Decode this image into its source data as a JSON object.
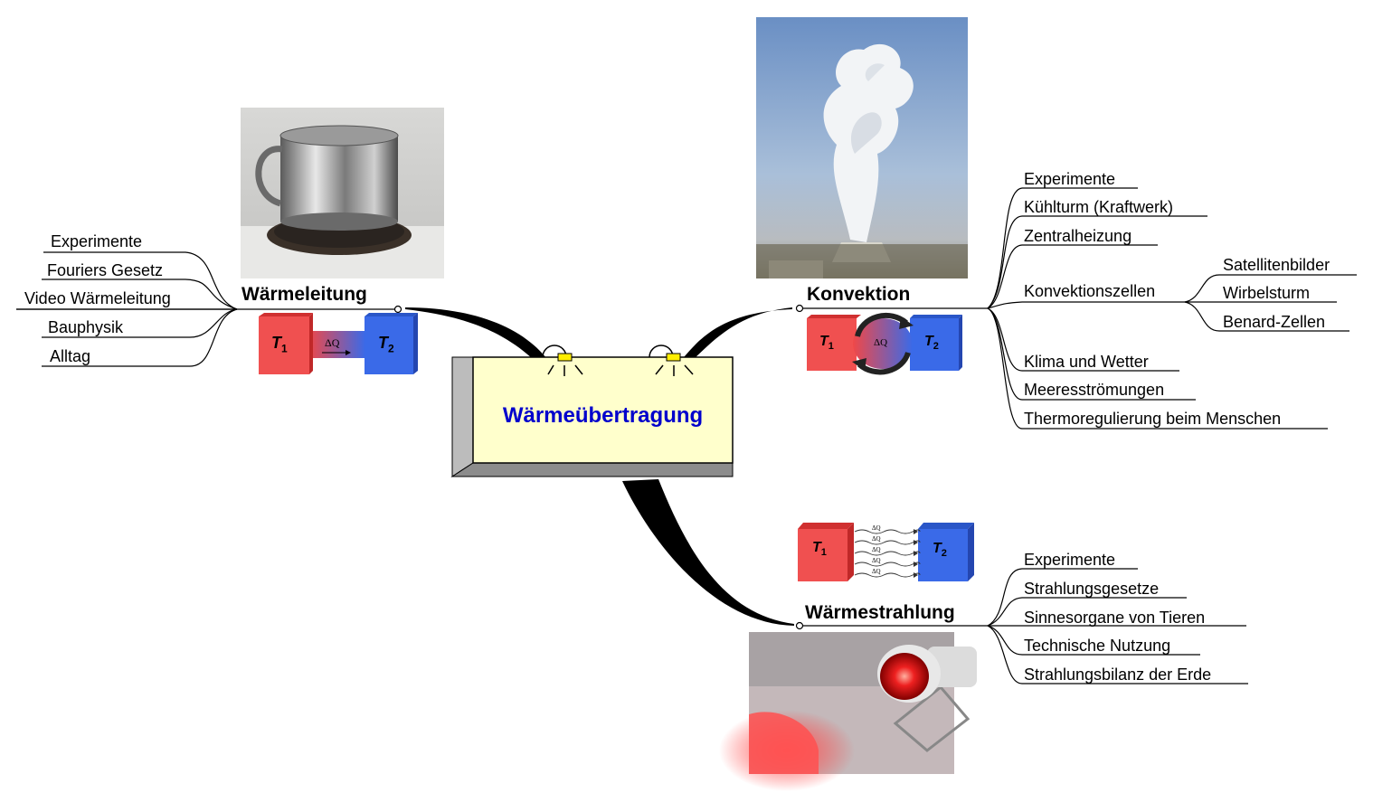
{
  "central": {
    "title": "Wärmeübertragung",
    "title_color": "#0000cc",
    "box_fill": "#ffffcc"
  },
  "branches": {
    "conduction": {
      "title": "Wärmeleitung",
      "items": [
        "Experimente",
        "Fouriers Gesetz",
        "Video Wärmeleitung",
        "Bauphysik",
        "Alltag"
      ],
      "diagram": {
        "t1": "T",
        "t1_sub": "1",
        "t2": "T",
        "t2_sub": "2",
        "flow": "ΔQ"
      },
      "image": "metal-cup-on-hotplate-photo"
    },
    "convection": {
      "title": "Konvektion",
      "items": [
        "Experimente",
        "Kühlturm (Kraftwerk)",
        "Zentralheizung",
        "Konvektionszellen",
        "Klima und Wetter",
        "Meeresströmungen",
        "Thermoregulierung beim Menschen"
      ],
      "subitems": [
        "Satellitenbilder",
        "Wirbelsturm",
        "Benard-Zellen"
      ],
      "diagram": {
        "t1": "T",
        "t1_sub": "1",
        "t2": "T",
        "t2_sub": "2",
        "flow": "ΔQ"
      },
      "image": "cooling-tower-steam-plume-photo"
    },
    "radiation": {
      "title": "Wärmestrahlung",
      "items": [
        "Experimente",
        "Strahlungsgesetze",
        "Sinnesorgane von Tieren",
        "Technische Nutzung",
        "Strahlungsbilanz der Erde"
      ],
      "diagram": {
        "t1": "T",
        "t1_sub": "1",
        "t2": "T",
        "t2_sub": "2",
        "flow": "ΔQ"
      },
      "image": "infrared-heat-lamp-photo"
    }
  },
  "colors": {
    "hot": "#f04848",
    "cold": "#3366ee",
    "bulb": "#ffee00",
    "branch": "#000000"
  }
}
